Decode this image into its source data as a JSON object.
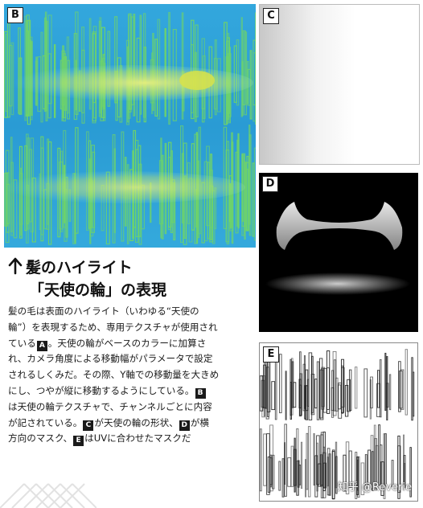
{
  "panels": {
    "b": {
      "label": "B"
    },
    "c": {
      "label": "C"
    },
    "d": {
      "label": "D"
    },
    "e": {
      "label": "E"
    }
  },
  "heading": {
    "line1": "髪のハイライト",
    "line2": "「天使の輪」の表現"
  },
  "body": {
    "line1": "髪の毛は表面のハイライト（いわゆる“天使の",
    "line2": "輪”）を表現するため、専用テクスチャが使用され",
    "line3a": "ている",
    "ref3": "A",
    "line3b": "。天使の輪がベースのカラーに加算さ",
    "line4": "れ、カメラ角度による移動幅がパラメータで設定",
    "line5": "されるしくみだ。その際、Y軸での移動量を大きめ",
    "line6a": "にし、つやが縦に移動するようにしている。",
    "ref6": "B",
    "line7": "は天使の輪テクスチャで、チャンネルごとに内容",
    "line8a": "が記されている。",
    "ref8a": "C",
    "line8b": "が天使の輪の形状、",
    "ref8b": "D",
    "line8c": "が横",
    "line9a": "方向のマスク、",
    "ref9": "E",
    "line9b": "はUVに合わせたマスクだ"
  },
  "watermark": "知乎 @Reverie",
  "colors": {
    "panel_b_base": "#2fa0d8",
    "panel_b_strands": "#6ed36a",
    "highlight": "#e8ee7a"
  }
}
